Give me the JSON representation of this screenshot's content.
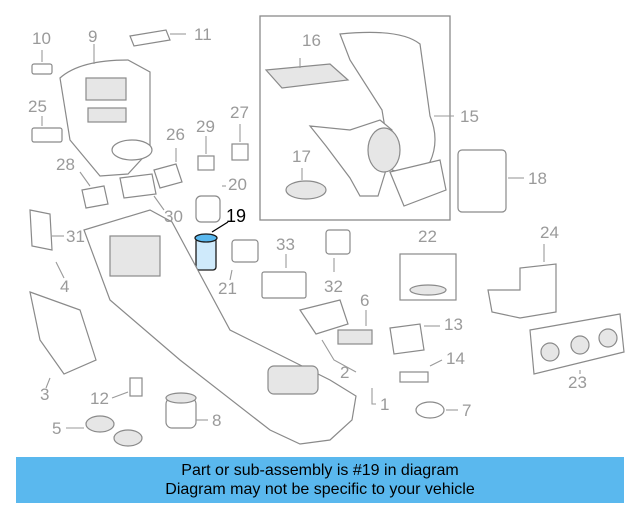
{
  "diagram": {
    "highlight_color": "#5ab8ee",
    "highlighted_part": "19",
    "callouts": [
      "1",
      "2",
      "3",
      "4",
      "5",
      "6",
      "7",
      "8",
      "9",
      "10",
      "11",
      "12",
      "13",
      "14",
      "15",
      "16",
      "17",
      "18",
      "19",
      "20",
      "21",
      "22",
      "23",
      "24",
      "25",
      "26",
      "27",
      "28",
      "29",
      "30",
      "31",
      "32",
      "33"
    ]
  },
  "banner": {
    "line1": "Part or sub-assembly is #19 in diagram",
    "line2": "Diagram may not be specific to your vehicle"
  }
}
